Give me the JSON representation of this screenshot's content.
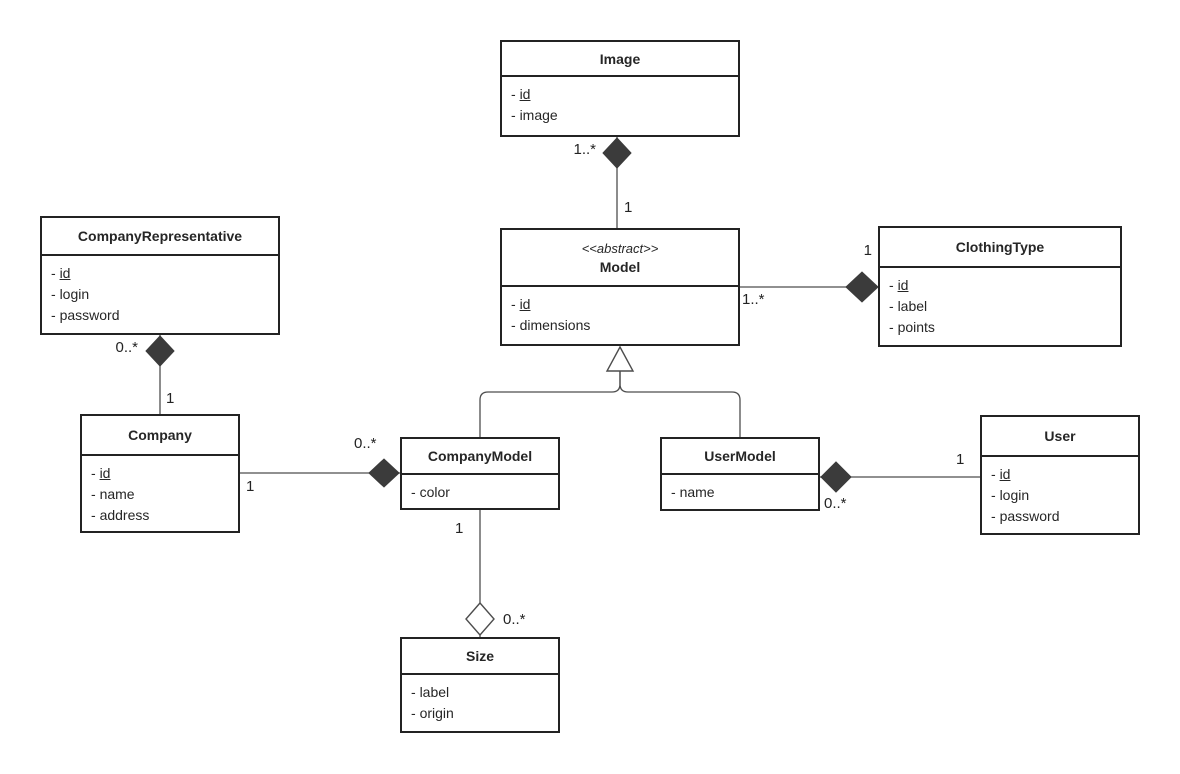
{
  "diagram_type": "UML class diagram",
  "colors": {
    "background": "#ffffff",
    "box_border": "#232323",
    "box_fill": "#ffffff",
    "line": "#4d4d4d",
    "composition_diamond_fill": "#3b3b3b",
    "aggregation_diamond_fill": "#ffffff",
    "text": "#262626"
  },
  "labels": {
    "attribute_prefix": "- "
  },
  "classes": {
    "image": {
      "name": "Image",
      "attributes": [
        {
          "label": "id",
          "underlined": true
        },
        {
          "label": "image",
          "underlined": false
        }
      ]
    },
    "model": {
      "stereotype": "<<abstract>>",
      "name": "Model",
      "attributes": [
        {
          "label": "id",
          "underlined": true
        },
        {
          "label": "dimensions",
          "underlined": false
        }
      ]
    },
    "clothing_type": {
      "name": "ClothingType",
      "attributes": [
        {
          "label": "id",
          "underlined": true
        },
        {
          "label": "label",
          "underlined": false
        },
        {
          "label": "points",
          "underlined": false
        }
      ]
    },
    "company_representative": {
      "name": "CompanyRepresentative",
      "attributes": [
        {
          "label": "id",
          "underlined": true
        },
        {
          "label": "login",
          "underlined": false
        },
        {
          "label": "password",
          "underlined": false
        }
      ]
    },
    "company": {
      "name": "Company",
      "attributes": [
        {
          "label": "id",
          "underlined": true
        },
        {
          "label": "name",
          "underlined": false
        },
        {
          "label": "address",
          "underlined": false
        }
      ]
    },
    "company_model": {
      "name": "CompanyModel",
      "attributes": [
        {
          "label": "color",
          "underlined": false
        }
      ]
    },
    "user_model": {
      "name": "UserModel",
      "attributes": [
        {
          "label": "name",
          "underlined": false
        }
      ]
    },
    "user": {
      "name": "User",
      "attributes": [
        {
          "label": "id",
          "underlined": true
        },
        {
          "label": "login",
          "underlined": false
        },
        {
          "label": "password",
          "underlined": false
        }
      ]
    },
    "size": {
      "name": "Size",
      "attributes": [
        {
          "label": "label",
          "underlined": false
        },
        {
          "label": "origin",
          "underlined": false
        }
      ]
    }
  },
  "relationships": [
    {
      "id": "image-model",
      "type": "composition",
      "diamond_end": "Image",
      "ends": [
        {
          "class": "Image",
          "multiplicity": "1..*"
        },
        {
          "class": "Model",
          "multiplicity": "1"
        }
      ]
    },
    {
      "id": "clothingtype-model",
      "type": "composition",
      "diamond_end": "ClothingType",
      "ends": [
        {
          "class": "ClothingType",
          "multiplicity": "1"
        },
        {
          "class": "Model",
          "multiplicity": "1..*"
        }
      ]
    },
    {
      "id": "companyrepresentative-company",
      "type": "composition",
      "diamond_end": "CompanyRepresentative",
      "ends": [
        {
          "class": "CompanyRepresentative",
          "multiplicity": "0..*"
        },
        {
          "class": "Company",
          "multiplicity": "1"
        }
      ]
    },
    {
      "id": "companymodel-company",
      "type": "composition",
      "diamond_end": "CompanyModel",
      "ends": [
        {
          "class": "CompanyModel",
          "multiplicity": "0..*"
        },
        {
          "class": "Company",
          "multiplicity": "1"
        }
      ]
    },
    {
      "id": "companymodel-size",
      "type": "aggregation",
      "diamond_end": "Size",
      "ends": [
        {
          "class": "Size",
          "multiplicity": "0..*"
        },
        {
          "class": "CompanyModel",
          "multiplicity": "1"
        }
      ]
    },
    {
      "id": "usermodel-user",
      "type": "composition",
      "diamond_end": "UserModel",
      "ends": [
        {
          "class": "UserModel",
          "multiplicity": "0..*"
        },
        {
          "class": "User",
          "multiplicity": "1"
        }
      ]
    },
    {
      "id": "model-generalization",
      "type": "generalization",
      "parent": "Model",
      "children": [
        "CompanyModel",
        "UserModel"
      ]
    }
  ]
}
